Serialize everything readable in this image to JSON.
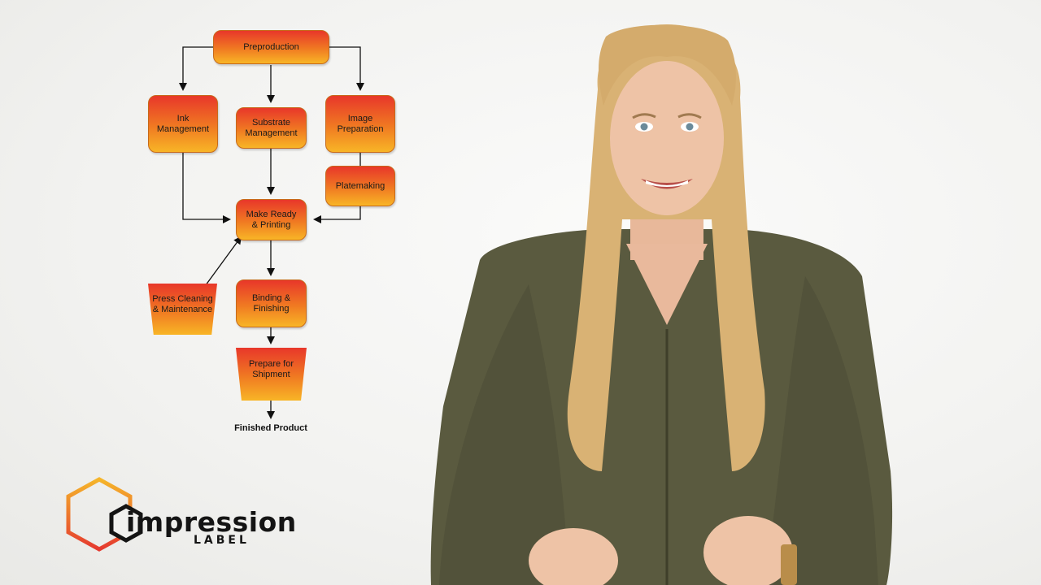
{
  "diagram": {
    "nodes": {
      "preproduction": "Preproduction",
      "ink": "Ink\nManagement",
      "substrate": "Substrate\nManagement",
      "image_prep": "Image\nPreparation",
      "platemaking": "Platemaking",
      "make_ready": "Make Ready\n& Printing",
      "press_cleaning": "Press Cleaning\n& Maintenance",
      "binding": "Binding &\nFinishing",
      "shipment": "Prepare for\nShipment"
    },
    "final_label": "Finished Product",
    "colors": {
      "gradient_top": "#e8372a",
      "gradient_mid": "#f07a22",
      "gradient_bottom": "#f8b526"
    }
  },
  "logo": {
    "word": "impression",
    "sub": "LABEL",
    "colors": {
      "hex_red": "#e53a2f",
      "hex_gold": "#f5b52a",
      "text": "#141414"
    }
  }
}
